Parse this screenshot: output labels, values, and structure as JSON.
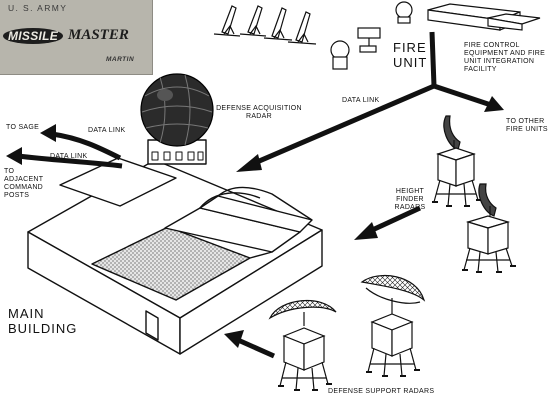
{
  "logo": {
    "army": "U. S. ARMY",
    "missile": "MISSILE",
    "master": "MASTER",
    "martin": "MARTIN"
  },
  "labels": {
    "fire_unit": "FIRE UNIT",
    "fire_control": "FIRE CONTROL EQUIPMENT AND FIRE UNIT INTEGRATION FACILITY",
    "data_link_top": "DATA LINK",
    "defense_radar": "DEFENSE ACQUISITION RADAR",
    "to_sage": "TO SAGE",
    "data_link_sage": "DATA LINK",
    "data_link_posts": "DATA LINK",
    "to_posts": "TO ADJACENT COMMAND POSTS",
    "to_other": "TO OTHER FIRE UNITS",
    "height_finder": "HEIGHT FINDER RADARS",
    "main_building": "MAIN BUILDING",
    "support_radars": "DEFENSE SUPPORT RADARS"
  }
}
